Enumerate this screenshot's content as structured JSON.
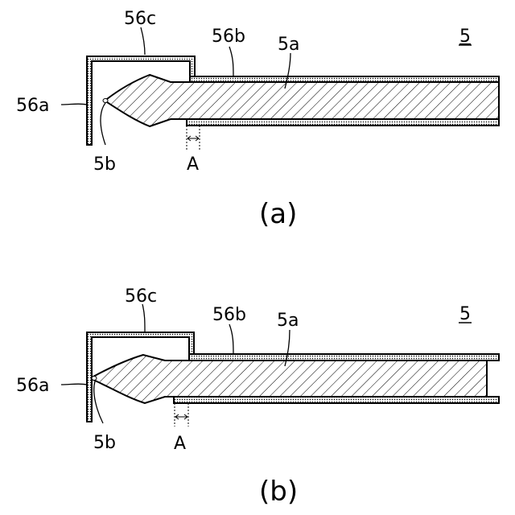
{
  "figure_a": {
    "caption": "(a)",
    "labels": {
      "ref": "5",
      "rod": "5a",
      "tip": "5b",
      "wall": "56a",
      "sleeve": "56b",
      "cap": "56c",
      "gap": "A"
    }
  },
  "figure_b": {
    "caption": "(b)",
    "labels": {
      "ref": "5",
      "rod": "5a",
      "tip": "5b",
      "wall": "56a",
      "sleeve": "56b",
      "cap": "56c",
      "gap": "A"
    }
  }
}
